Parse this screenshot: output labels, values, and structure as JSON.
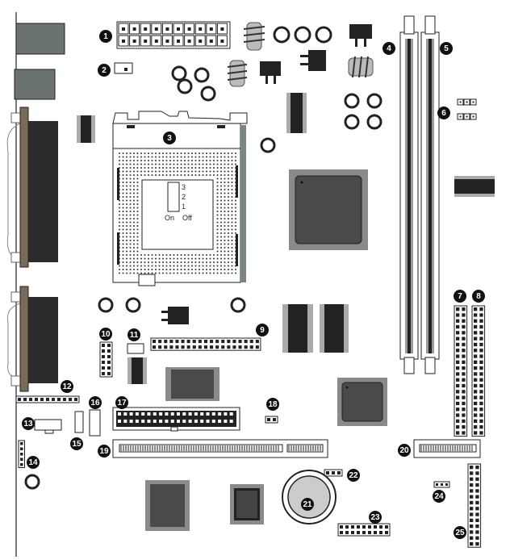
{
  "title": "Motherboard layout",
  "cpu_switch": {
    "positions": [
      "3",
      "2",
      "1"
    ],
    "on_label": "On",
    "off_label": "Off",
    "colors": {
      "3": "#222222",
      "2": "#222222",
      "1": "#8b1a1a"
    }
  },
  "callouts": [
    {
      "label": "1",
      "part": "atx-power-connector"
    },
    {
      "label": "2",
      "part": "fan-connector"
    },
    {
      "label": "3",
      "part": "cpu-socket"
    },
    {
      "label": "4",
      "part": "dimm-slot-1"
    },
    {
      "label": "5",
      "part": "dimm-slot-2"
    },
    {
      "label": "6",
      "part": "jumper"
    },
    {
      "label": "7",
      "part": "pin-header"
    },
    {
      "label": "8",
      "part": "pin-header"
    },
    {
      "label": "9",
      "part": "pin-header"
    },
    {
      "label": "10",
      "part": "pin-header"
    },
    {
      "label": "11",
      "part": "fan-connector"
    },
    {
      "label": "12",
      "part": "pin-header"
    },
    {
      "label": "13",
      "part": "connector"
    },
    {
      "label": "14",
      "part": "pin-header"
    },
    {
      "label": "15",
      "part": "connector"
    },
    {
      "label": "16",
      "part": "connector"
    },
    {
      "label": "17",
      "part": "ide-connector"
    },
    {
      "label": "18",
      "part": "jumper"
    },
    {
      "label": "19",
      "part": "pci-slot"
    },
    {
      "label": "20",
      "part": "agp-slot"
    },
    {
      "label": "21",
      "part": "battery"
    },
    {
      "label": "22",
      "part": "jumper"
    },
    {
      "label": "23",
      "part": "pin-header"
    },
    {
      "label": "24",
      "part": "fan-connector"
    },
    {
      "label": "25",
      "part": "pin-header"
    }
  ],
  "colors": {
    "outline": "#222222",
    "chip": "#4a4a4a",
    "chip_border": "#8a8a8a",
    "port": "#6b7370",
    "slot_gray": "#9a9a9a"
  }
}
